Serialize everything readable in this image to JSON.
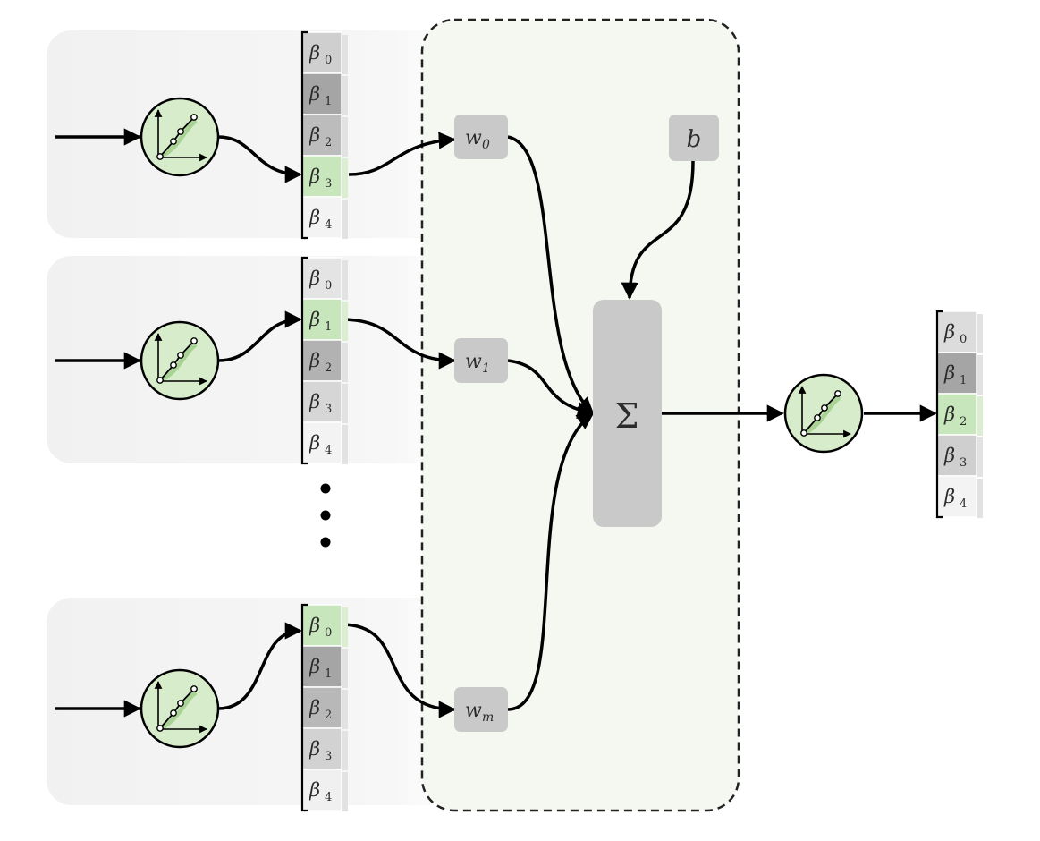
{
  "diagram": {
    "input_rows": [
      {
        "highlight": 3,
        "cells": [
          {
            "symbol": "β",
            "sub": "0",
            "shade": "#cfcfcf"
          },
          {
            "symbol": "β",
            "sub": "1",
            "shade": "#a5a5a5"
          },
          {
            "symbol": "β",
            "sub": "2",
            "shade": "#bcbcbc"
          },
          {
            "symbol": "β",
            "sub": "3",
            "shade": "#c7e6bc"
          },
          {
            "symbol": "β",
            "sub": "4",
            "shade": "#f3f3f3"
          }
        ],
        "weight": {
          "symbol": "w",
          "sub": "0"
        }
      },
      {
        "highlight": 1,
        "cells": [
          {
            "symbol": "β",
            "sub": "0",
            "shade": "#e4e4e4"
          },
          {
            "symbol": "β",
            "sub": "1",
            "shade": "#c7e6bc"
          },
          {
            "symbol": "β",
            "sub": "2",
            "shade": "#b2b2b2"
          },
          {
            "symbol": "β",
            "sub": "3",
            "shade": "#d6d6d6"
          },
          {
            "symbol": "β",
            "sub": "4",
            "shade": "#f3f3f3"
          }
        ],
        "weight": {
          "symbol": "w",
          "sub": "1"
        }
      },
      {
        "highlight": 0,
        "cells": [
          {
            "symbol": "β",
            "sub": "0",
            "shade": "#c7e6bc"
          },
          {
            "symbol": "β",
            "sub": "1",
            "shade": "#a5a5a5"
          },
          {
            "symbol": "β",
            "sub": "2",
            "shade": "#b8b8b8"
          },
          {
            "symbol": "β",
            "sub": "3",
            "shade": "#d2d2d2"
          },
          {
            "symbol": "β",
            "sub": "4",
            "shade": "#f0f0f0"
          }
        ],
        "weight": {
          "symbol": "w",
          "sub": "m"
        }
      }
    ],
    "bias": {
      "label": "b"
    },
    "sum": {
      "label": "Σ"
    },
    "output": {
      "highlight": 2,
      "cells": [
        {
          "symbol": "β",
          "sub": "0",
          "shade": "#dcdcdc"
        },
        {
          "symbol": "β",
          "sub": "1",
          "shade": "#a5a5a5"
        },
        {
          "symbol": "β",
          "sub": "2",
          "shade": "#c7e6bc"
        },
        {
          "symbol": "β",
          "sub": "3",
          "shade": "#cfcfcf"
        },
        {
          "symbol": "β",
          "sub": "4",
          "shade": "#f3f3f3"
        }
      ]
    },
    "colors": {
      "row_panel": "#f4f4f4",
      "neuron_panel": "#f5f8f1",
      "activation_fill": "#d6ecca",
      "node_gray": "#c9c9c9",
      "stroke": "#000000"
    }
  }
}
